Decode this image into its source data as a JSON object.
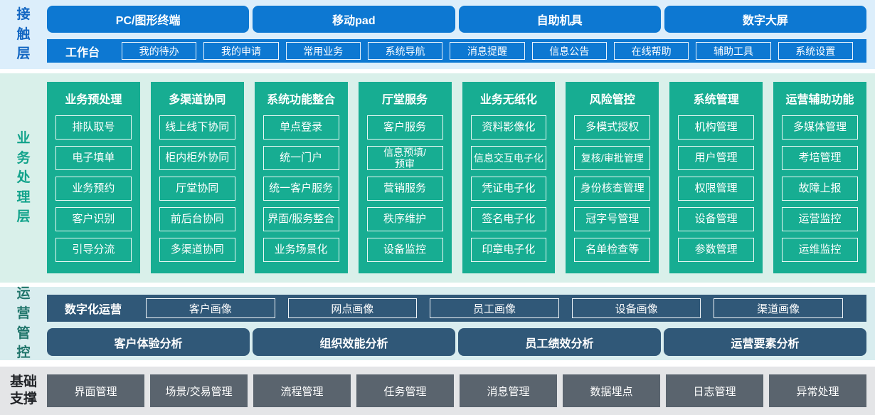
{
  "colors": {
    "blue": "#0d78d2",
    "teal": "#17ad92",
    "navy": "#305878",
    "slate": "#5a646e"
  },
  "contact_layer": {
    "label": "接触层",
    "terminals": [
      "PC/图形终端",
      "移动pad",
      "自助机具",
      "数字大屏"
    ],
    "workbench": {
      "label": "工作台",
      "items": [
        "我的待办",
        "我的申请",
        "常用业务",
        "系统导航",
        "消息提醒",
        "信息公告",
        "在线帮助",
        "辅助工具",
        "系统设置"
      ]
    }
  },
  "business_layer": {
    "label": "业务处理层",
    "columns": [
      {
        "title": "业务预处理",
        "items": [
          "排队取号",
          "电子填单",
          "业务预约",
          "客户识别",
          "引导分流"
        ]
      },
      {
        "title": "多渠道协同",
        "items": [
          "线上线下协同",
          "柜内柜外协同",
          "厅堂协同",
          "前后台协同",
          "多渠道协同"
        ]
      },
      {
        "title": "系统功能整合",
        "items": [
          "单点登录",
          "统一门户",
          "统一客户服务",
          "界面/服务整合",
          "业务场景化"
        ]
      },
      {
        "title": "厅堂服务",
        "items": [
          "客户服务",
          "信息预填/\n预审",
          "营销服务",
          "秩序维护",
          "设备监控"
        ]
      },
      {
        "title": "业务无纸化",
        "items": [
          "资料影像化",
          "信息交互电子化",
          "凭证电子化",
          "签名电子化",
          "印章电子化"
        ]
      },
      {
        "title": "风险管控",
        "items": [
          "多模式授权",
          "复核/审批管理",
          "身份核查管理",
          "冠字号管理",
          "名单检查等"
        ]
      },
      {
        "title": "系统管理",
        "items": [
          "机构管理",
          "用户管理",
          "权限管理",
          "设备管理",
          "参数管理"
        ]
      },
      {
        "title": "运营辅助功能",
        "items": [
          "多媒体管理",
          "考培管理",
          "故障上报",
          "运营监控",
          "运维监控"
        ]
      }
    ]
  },
  "operations_layer": {
    "label": "运营管控",
    "digital_ops": {
      "label": "数字化运营",
      "items": [
        "客户画像",
        "网点画像",
        "员工画像",
        "设备画像",
        "渠道画像"
      ]
    },
    "analysis": [
      "客户体验分析",
      "组织效能分析",
      "员工绩效分析",
      "运营要素分析"
    ]
  },
  "foundation_layer": {
    "label": "基础支撑",
    "items": [
      "界面管理",
      "场景/交易管理",
      "流程管理",
      "任务管理",
      "消息管理",
      "数据埋点",
      "日志管理",
      "异常处理"
    ]
  }
}
